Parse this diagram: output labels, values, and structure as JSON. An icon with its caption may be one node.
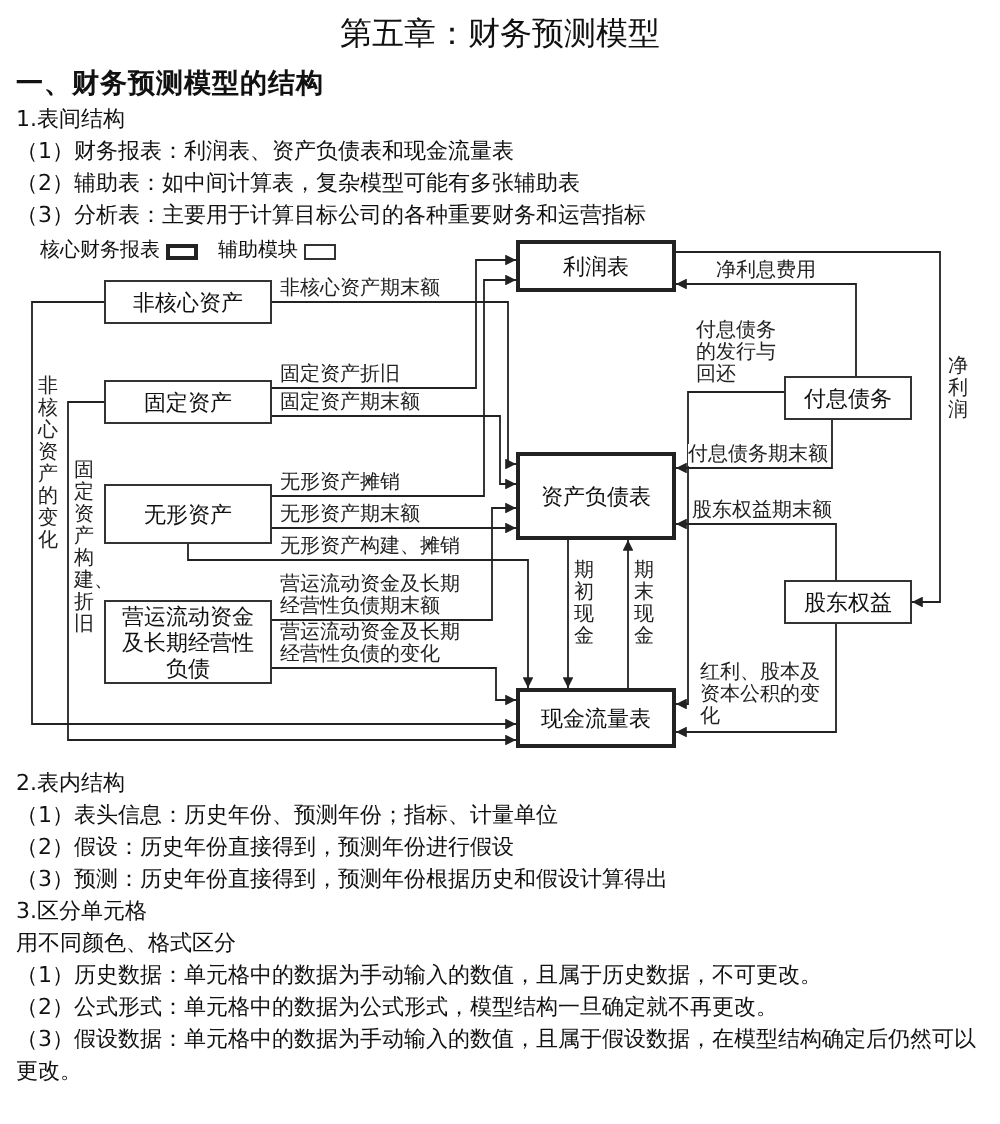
{
  "diagram": {
    "title": "第五章：财务预测模型",
    "nodes": [
      {
        "text": [
          "利润表"
        ]
      },
      {
        "text": [
          "非核心资产"
        ]
      },
      {
        "text": [
          "固定资产"
        ]
      },
      {
        "text": [
          "无形资产"
        ]
      },
      {
        "text": [
          "营运流动资金及长期经营性负债"
        ]
      },
      {
        "text": [
          "资产负债表"
        ]
      },
      {
        "text": [
          "现金流量表"
        ]
      },
      {
        "text": [
          "付息债务"
        ]
      },
      {
        "text": [
          "股东权益"
        ]
      }
    ],
    "edges": [
      {
        "from": 1,
        "to": 5,
        "arrow": "to",
        "label": "非核心资产期末额"
      },
      {
        "from": 1,
        "to": 6,
        "arrow": "to",
        "label": "非核心资产的变化"
      },
      {
        "from": 2,
        "to": 0,
        "arrow": "to",
        "label": "固定资产折旧"
      },
      {
        "from": 2,
        "to": 5,
        "arrow": "to",
        "label": "固定资产期末额"
      },
      {
        "from": 2,
        "to": 6,
        "arrow": "to",
        "label": "固定资产构建、折旧"
      },
      {
        "from": 3,
        "to": 0,
        "arrow": "to",
        "label": "无形资产摊销"
      },
      {
        "from": 3,
        "to": 5,
        "arrow": "to",
        "label": "无形资产期末额"
      },
      {
        "from": 3,
        "to": 6,
        "arrow": "to",
        "label": "无形资产构建、摊销"
      },
      {
        "from": 4,
        "to": 5,
        "arrow": "to",
        "label": "营运流动资金及长期经营性负债期末额"
      },
      {
        "from": 4,
        "to": 6,
        "arrow": "to",
        "label": "营运流动资金及长期经营性负债的变化"
      },
      {
        "from": 0,
        "to": 8,
        "arrow": "to",
        "label": "净利润"
      },
      {
        "from": 7,
        "to": 0,
        "arrow": "to",
        "label": "净利息费用"
      },
      {
        "from": 7,
        "to": 6,
        "arrow": "to",
        "label": "付息债务的发行与回还"
      },
      {
        "from": 7,
        "to": 5,
        "arrow": "to",
        "label": "付息债务期末额"
      },
      {
        "from": 8,
        "to": 5,
        "arrow": "to",
        "label": "股东权益期末额"
      },
      {
        "from": 8,
        "to": 6,
        "arrow": "to",
        "label": "红利、股本及资本公积的变化"
      },
      {
        "from": 5,
        "to": 6,
        "arrow": "to",
        "label": "期初现金"
      },
      {
        "from": 6,
        "to": 5,
        "arrow": "to",
        "label": "期末现金"
      }
    ],
    "labels": [
      "一、财务预测模型的结构",
      "1.表间结构",
      "（1）财务报表：利润表、资产负债表和现金流量表",
      "（2）辅助表：如中间计算表，复杂模型可能有多张辅助表",
      "（3）分析表：主要用于计算目标公司的各种重要财务和运营指标",
      "2.表内结构",
      "（1）表头信息：历史年份、预测年份；指标、计量单位",
      "（2）假设：历史年份直接得到，预测年份进行假设",
      "（3）预测：历史年份直接得到，预测年份根据历史和假设计算得出",
      "3.区分单元格",
      "用不同颜色、格式区分",
      "（1）历史数据：单元格中的数据为手动输入的数值，且属于历史数据，不可更改。",
      "（2）公式形式：单元格中的数据为公式形式，模型结构一旦确定就不再更改。",
      "（3）假设数据：单元格中的数据为手动输入的数值，且属于假设数据，在模型结构确定后仍然可以更改。"
    ],
    "legend": [
      {
        "text": "核心财务报表"
      },
      {
        "text": "辅助模块"
      }
    ]
  }
}
